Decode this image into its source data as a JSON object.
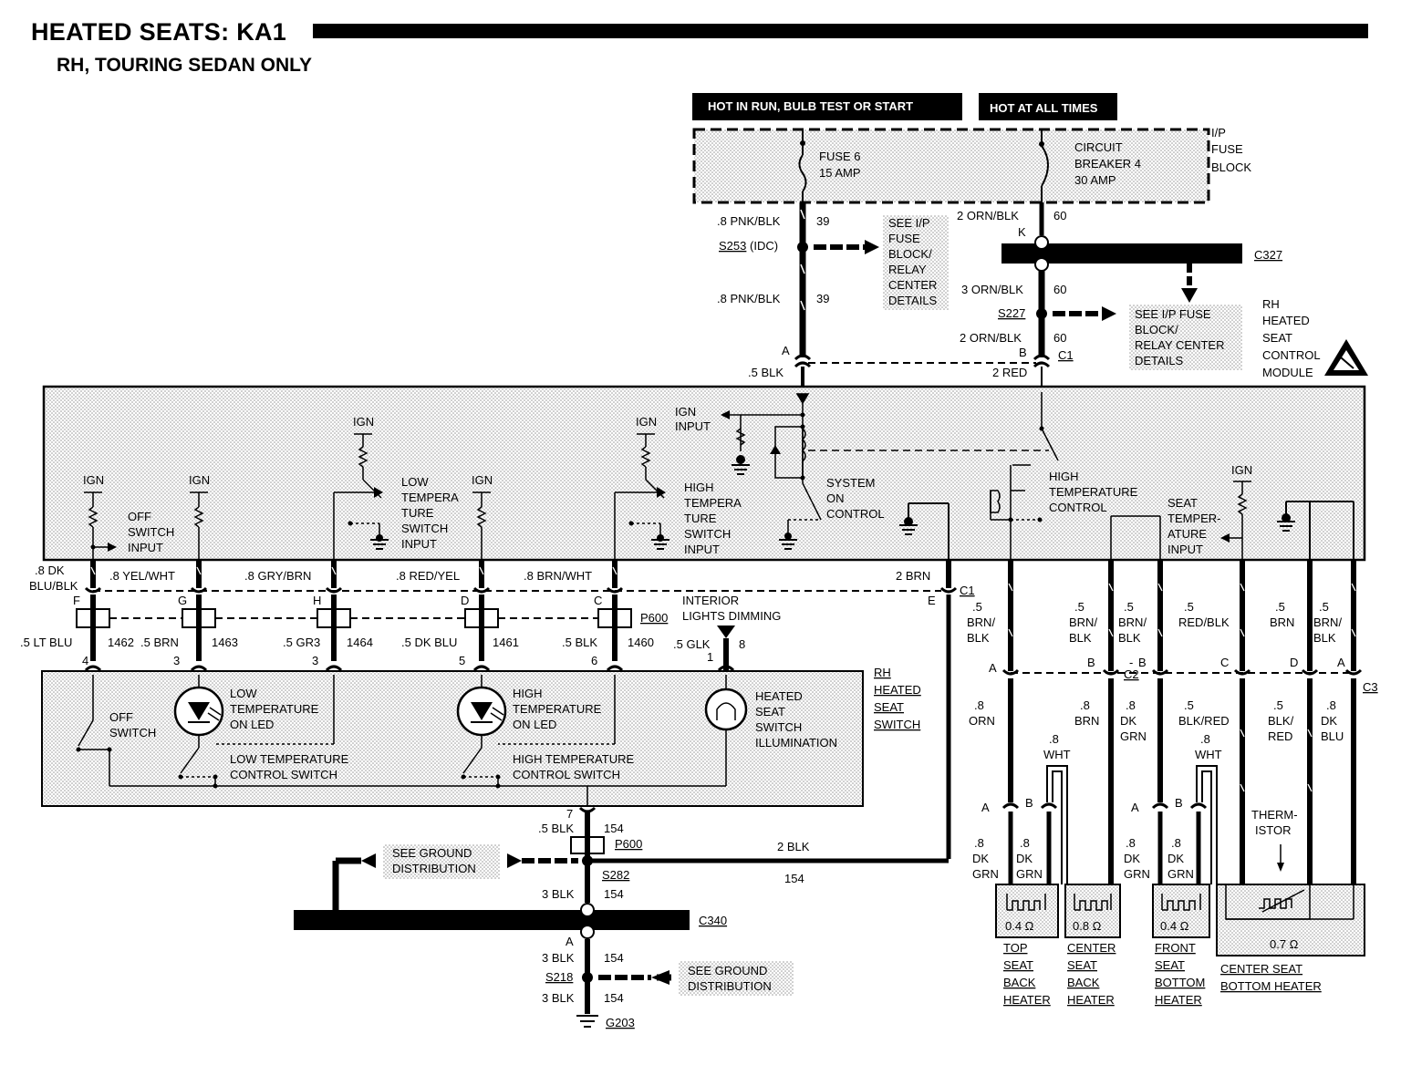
{
  "header": {
    "title": "HEATED SEATS: KA1",
    "subtitle": "RH, TOURING SEDAN ONLY"
  },
  "power": {
    "hot_run": "HOT IN RUN, BULB TEST OR START",
    "hot_all": "HOT AT ALL TIMES",
    "fuse_name": "FUSE 6",
    "fuse_amp": "15 AMP",
    "cb_line1": "CIRCUIT",
    "cb_line2": "BREAKER 4",
    "cb_amp": "30 AMP",
    "block_label": [
      "I/P",
      "FUSE",
      "BLOCK"
    ]
  },
  "wires_top": {
    "w1": ".8 PNK/BLK",
    "c1": "39",
    "s253": "S253",
    "s253_suffix": "(IDC)",
    "w2": ".8 PNK/BLK",
    "c2": "39",
    "pin_a": "A",
    "w3": ".5 BLK",
    "w4": "2 ORN/BLK",
    "c4": "60",
    "pin_k": "K",
    "c327": "C327",
    "w5": "3 ORN/BLK",
    "c5": "60",
    "s227": "S227",
    "w6": "2 ORN/BLK",
    "c6": "60",
    "pin_b": "B",
    "c1_label": "C1",
    "w7": "2 RED"
  },
  "notes": {
    "see_ip_1": [
      "SEE I/P",
      "FUSE",
      "BLOCK/",
      "RELAY",
      "CENTER",
      "DETAILS"
    ],
    "see_ip_2": [
      "SEE I/P FUSE",
      "BLOCK/",
      "RELAY CENTER",
      "DETAILS"
    ],
    "module_label": [
      "RH",
      "HEATED",
      "SEAT",
      "CONTROL",
      "MODULE"
    ]
  },
  "module": {
    "ign": "IGN",
    "ign_input": [
      "IGN",
      "INPUT"
    ],
    "off_input": [
      "OFF",
      "SWITCH",
      "INPUT"
    ],
    "low_input": [
      "LOW",
      "TEMPERA",
      "TURE",
      "SWITCH",
      "INPUT"
    ],
    "high_input": [
      "HIGH",
      "TEMPERA",
      "TURE",
      "SWITCH",
      "INPUT"
    ],
    "system_on": [
      "SYSTEM",
      "ON",
      "CONTROL"
    ],
    "high_temp_ctrl": [
      "HIGH",
      "TEMPERATURE",
      "CONTROL"
    ],
    "seat_temp_input": [
      "SEAT",
      "TEMPER-",
      "ATURE",
      "INPUT"
    ]
  },
  "harness": {
    "w_off": [
      ".8 DK",
      "BLU/BLK"
    ],
    "w_yel": ".8 YEL/WHT",
    "w_gry": ".8 GRY/BRN",
    "w_red": ".8 RED/YEL",
    "w_brn": ".8 BRN/WHT",
    "w_2brn": "2 BRN",
    "c1": "C1",
    "pins": [
      "F",
      "G",
      "H",
      "D",
      "C",
      "E"
    ],
    "p600": "P600",
    "dimming": [
      "INTERIOR",
      "LIGHTS DIMMING"
    ],
    "glk": ".5 GLK",
    "glk_pins": [
      "1",
      "8"
    ],
    "lower_wires": [
      ".5 LT BLU",
      "1462",
      ".5 BRN",
      "1463",
      ".5 GR3",
      "1464",
      ".5 DK BLU",
      "1461",
      ".5 BLK",
      "1460"
    ],
    "lower_pins": [
      "4",
      "3",
      "3",
      "5",
      "6"
    ]
  },
  "switch": {
    "label": [
      "RH",
      "HEATED",
      "SEAT",
      "SWITCH"
    ],
    "off": [
      "OFF",
      "SWITCH"
    ],
    "low_led": [
      "LOW",
      "TEMPERATURE",
      "ON LED"
    ],
    "high_led": [
      "HIGH",
      "TEMPERATURE",
      "ON LED"
    ],
    "illum": [
      "HEATED",
      "SEAT",
      "SWITCH",
      "ILLUMINATION"
    ],
    "low_ctrl": [
      "LOW TEMPERATURE",
      "CONTROL SWITCH"
    ],
    "high_ctrl": [
      "HIGH TEMPERATURE",
      "CONTROL SWITCH"
    ]
  },
  "ground": {
    "pin7": "7",
    "w1": ".5 BLK",
    "c1": "154",
    "p600": "P600",
    "see_ground": [
      "SEE GROUND",
      "DISTRIBUTION"
    ],
    "w_2blk": "2 BLK",
    "c_154": "154",
    "s282": "S282",
    "w2": "3 BLK",
    "c2": "154",
    "c340": "C340",
    "pin_a": "A",
    "w3": "3 BLK",
    "c3": "154",
    "s218": "S218",
    "w4": "3 BLK",
    "c4": "154",
    "g203": "G203"
  },
  "heaters": {
    "top_wires": [
      [
        ".5",
        "BRN/",
        "BLK"
      ],
      [
        ".5",
        "BRN/",
        "BLK"
      ],
      [
        ".5",
        "BRN/",
        "BLK"
      ],
      [
        ".5",
        "RED/BLK"
      ],
      [
        ".5",
        "BRN"
      ],
      [
        ".5",
        "BRN/",
        "BLK"
      ]
    ],
    "c2_pins": [
      "A",
      "B",
      "-",
      "B"
    ],
    "c2": "C2",
    "c3_pins": [
      "C",
      "D",
      "A"
    ],
    "c3": "C3",
    "mid_wires": [
      [
        ".8",
        "ORN"
      ],
      [
        ".8",
        "BRN"
      ],
      [
        ".8",
        "DK",
        "GRN"
      ],
      [
        ".5",
        "BLK/RED"
      ],
      [
        ".5",
        "BLK/",
        "RED"
      ],
      [
        ".8",
        "DK",
        "BLU"
      ]
    ],
    "wht": [
      ".8",
      "WHT"
    ],
    "ab": [
      "A",
      "B"
    ],
    "bottom_wires": [
      ".8",
      "DK",
      "GRN"
    ],
    "thermistor": [
      "THERM-",
      "ISTOR"
    ],
    "res": [
      "0.4 Ω",
      "0.8 Ω",
      "0.4 Ω",
      "0.7 Ω"
    ],
    "names": [
      [
        "TOP",
        "SEAT",
        "BACK",
        "HEATER"
      ],
      [
        "CENTER",
        "SEAT",
        "BACK",
        "HEATER"
      ],
      [
        "FRONT",
        "SEAT",
        "BOTTOM",
        "HEATER"
      ],
      [
        "CENTER SEAT",
        "BOTTOM HEATER"
      ]
    ]
  }
}
